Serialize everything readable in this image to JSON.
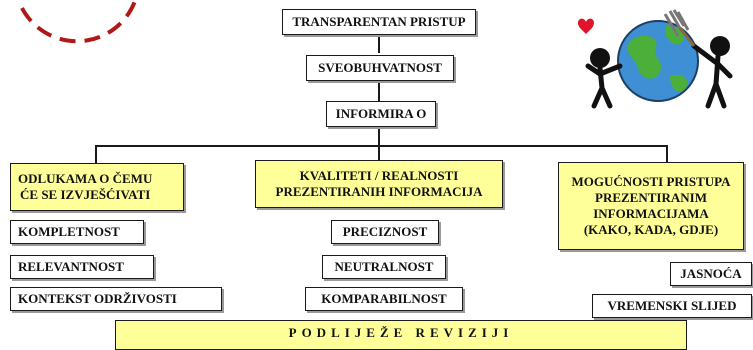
{
  "diagram": {
    "top": [
      "TRANSPARENTAN PRISTUP",
      "SVEOBUHVATNOST",
      "INFORMIRA O"
    ],
    "branches": [
      {
        "heading": [
          "ODLUKAMA O ČEMU",
          "ĆE SE IZVJEŠĆIVATI"
        ],
        "items": [
          "KOMPLETNOST",
          "RELEVANTNOST",
          "KONTEKST ODRŽIVOSTI"
        ]
      },
      {
        "heading": [
          "KVALITETI / REALNOSTI",
          "PREZENTIRANIH INFORMACIJA"
        ],
        "items": [
          "PRECIZNOST",
          "NEUTRALNOST",
          "KOMPARABILNOST"
        ]
      },
      {
        "heading": [
          "MOGUĆNOSTI PRISTUPA",
          "PREZENTIRANIM",
          "INFORMACIJAMA",
          "(KAKO, KADA, GDJE)"
        ],
        "items": [
          "JASNOĆA",
          "VREMENSKI SLIJED"
        ]
      }
    ],
    "footer": "PODLIJEŽE REVIZIJI"
  },
  "colors": {
    "highlight": "#ffff99",
    "circle_dash": "#b01818",
    "earth_ocean": "#3f8fd4",
    "earth_land": "#4caf3a",
    "heart": "#e0142a"
  },
  "icons": [
    "earth-cleaning-clipart-icon",
    "dashed-circle-decoration"
  ]
}
